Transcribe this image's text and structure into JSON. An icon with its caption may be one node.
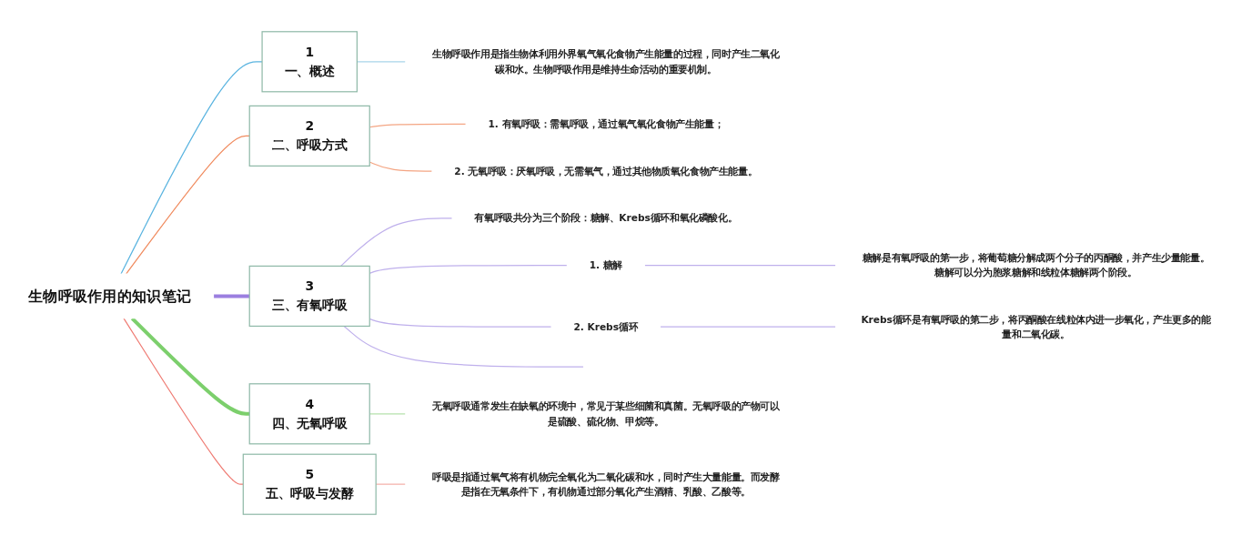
{
  "diagram": {
    "nodes": [
      {
        "text": [
          "生物呼吸作用的知识笔记"
        ]
      },
      {
        "text": [
          "1",
          "一、概述"
        ]
      },
      {
        "text": [
          "生物呼吸作用是指生物体利用外界氧气氧化食物产生能量的过程，同时产生二氧化碳和水。生物呼吸作用是维持生命活动的重要机制。"
        ]
      },
      {
        "text": [
          "2",
          "二、呼吸方式"
        ]
      },
      {
        "text": [
          "1. 有氧呼吸：需氧呼吸，通过氧气氧化食物产生能量；"
        ]
      },
      {
        "text": [
          "2. 无氧呼吸：厌氧呼吸，无需氧气，通过其他物质氧化食物产生能量。"
        ]
      },
      {
        "text": [
          "3",
          "三、有氧呼吸"
        ]
      },
      {
        "text": [
          "有氧呼吸共分为三个阶段：糖解、Krebs循环和氧化磷酸化。"
        ]
      },
      {
        "text": [
          "1. 糖解"
        ]
      },
      {
        "text": [
          "糖解是有氧呼吸的第一步，将葡萄糖分解成两个分子的丙酮酸，并产生少量能量。糖解可以分为胞浆糖解和线粒体糖解两个阶段。"
        ]
      },
      {
        "text": [
          "2. Krebs循环"
        ]
      },
      {
        "text": [
          "Krebs循环是有氧呼吸的第二步，将丙酮酸在线粒体内进一步氧化，产生更多的能量和二氧化碳。"
        ]
      },
      {
        "text": [
          "4",
          "四、无氧呼吸"
        ]
      },
      {
        "text": [
          "无氧呼吸通常发生在缺氧的环境中，常见于某些细菌和真菌。无氧呼吸的产物可以是硫酸、硫化物、甲烷等。"
        ]
      },
      {
        "text": [
          "5",
          "五、呼吸与发酵"
        ]
      },
      {
        "text": [
          "呼吸是指通过氧气将有机物完全氧化为二氧化碳和水，同时产生大量能量。而发酵是指在无氧条件下，有机物通过部分氧化产生酒精、乳酸、乙酸等。"
        ]
      }
    ],
    "edges": [
      {
        "from": 0,
        "to": 1,
        "arrow": "none",
        "color": "#5ab4e0"
      },
      {
        "from": 1,
        "to": 2,
        "arrow": "none",
        "color": "#a8d4ea"
      },
      {
        "from": 0,
        "to": 3,
        "arrow": "none",
        "color": "#f08a5d"
      },
      {
        "from": 3,
        "to": 4,
        "arrow": "none",
        "color": "#f4a583"
      },
      {
        "from": 3,
        "to": 5,
        "arrow": "none",
        "color": "#f4a583"
      },
      {
        "from": 0,
        "to": 6,
        "arrow": "none",
        "style": "thick",
        "color": "#9b7fe0"
      },
      {
        "from": 6,
        "to": 7,
        "arrow": "none",
        "color": "#bfb0ec"
      },
      {
        "from": 6,
        "to": 8,
        "arrow": "none",
        "color": "#bfb0ec"
      },
      {
        "from": 8,
        "to": 9,
        "arrow": "none",
        "color": "#bfb0ec"
      },
      {
        "from": 6,
        "to": 10,
        "arrow": "none",
        "color": "#bfb0ec"
      },
      {
        "from": 10,
        "to": 11,
        "arrow": "none",
        "color": "#bfb0ec"
      },
      {
        "from": 6,
        "to": null,
        "arrow": "none",
        "color": "#bfb0ec"
      },
      {
        "from": 0,
        "to": 12,
        "arrow": "none",
        "style": "thick",
        "color": "#7ccf6c"
      },
      {
        "from": 12,
        "to": 13,
        "arrow": "none",
        "color": "#b5e2ab"
      },
      {
        "from": 0,
        "to": 14,
        "arrow": "none",
        "color": "#ef7b73"
      },
      {
        "from": 14,
        "to": 15,
        "arrow": "none",
        "color": "#f4b0aa"
      }
    ]
  }
}
